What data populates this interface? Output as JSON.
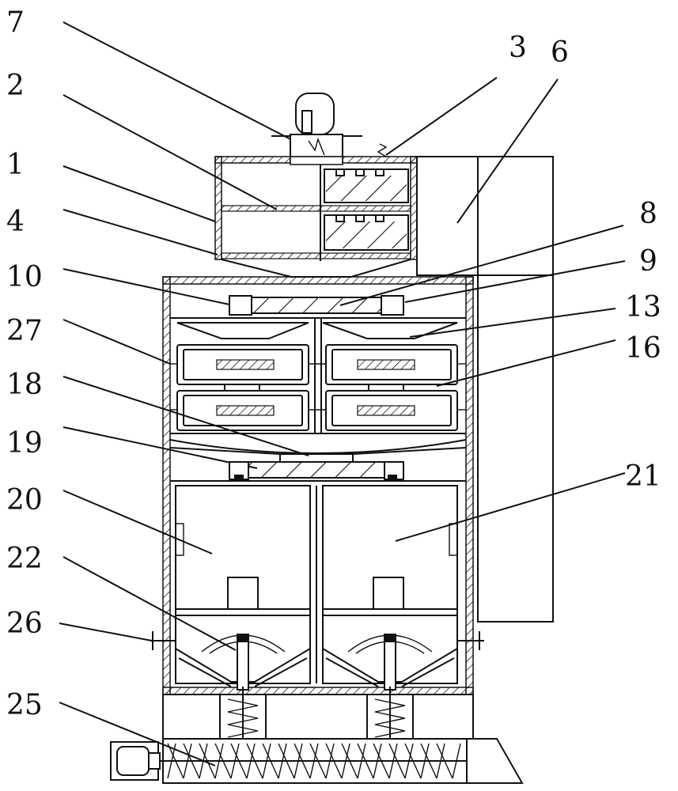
{
  "figure": {
    "labels": [
      {
        "id": "7",
        "text": "7"
      },
      {
        "id": "2",
        "text": "2"
      },
      {
        "id": "1",
        "text": "1"
      },
      {
        "id": "4",
        "text": "4"
      },
      {
        "id": "10",
        "text": "10"
      },
      {
        "id": "27",
        "text": "27"
      },
      {
        "id": "18",
        "text": "18"
      },
      {
        "id": "19",
        "text": "19"
      },
      {
        "id": "20",
        "text": "20"
      },
      {
        "id": "22",
        "text": "22"
      },
      {
        "id": "26",
        "text": "26"
      },
      {
        "id": "25",
        "text": "25"
      },
      {
        "id": "3",
        "text": "3"
      },
      {
        "id": "6",
        "text": "6"
      },
      {
        "id": "8",
        "text": "8"
      },
      {
        "id": "9",
        "text": "9"
      },
      {
        "id": "13",
        "text": "13"
      },
      {
        "id": "16",
        "text": "16"
      },
      {
        "id": "21",
        "text": "21"
      }
    ]
  }
}
